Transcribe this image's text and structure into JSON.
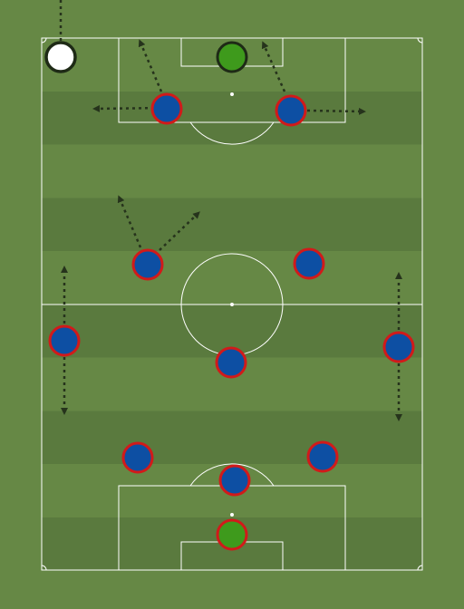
{
  "colors": {
    "background": "#668845",
    "stripe_light": "#668845",
    "stripe_dark": "#5a7a3e",
    "lines": "#ffffff",
    "arrow": "#26331c",
    "outfield_fill": "#0d4fa3",
    "outfield_ring": "#d11a1a",
    "keeper_fill": "#3e9a1c",
    "keeper_ring_home": "#d11a1a",
    "keeper_ring_away": "#1e2a16",
    "ball_fill": "#ffffff",
    "ball_ring": "#1e2a16"
  },
  "icons": {
    "player": "circle-token",
    "ball": "white-circle",
    "movement": "dotted-arrow"
  },
  "players": [
    {
      "role": "goalkeeper"
    },
    {
      "role": "defender"
    },
    {
      "role": "defender"
    },
    {
      "role": "defender"
    },
    {
      "role": "wing-back"
    },
    {
      "role": "wing-back"
    },
    {
      "role": "midfielder"
    },
    {
      "role": "midfielder"
    },
    {
      "role": "midfielder"
    },
    {
      "role": "forward"
    },
    {
      "role": "forward"
    }
  ],
  "opponents": [
    {
      "role": "goalkeeper"
    }
  ]
}
